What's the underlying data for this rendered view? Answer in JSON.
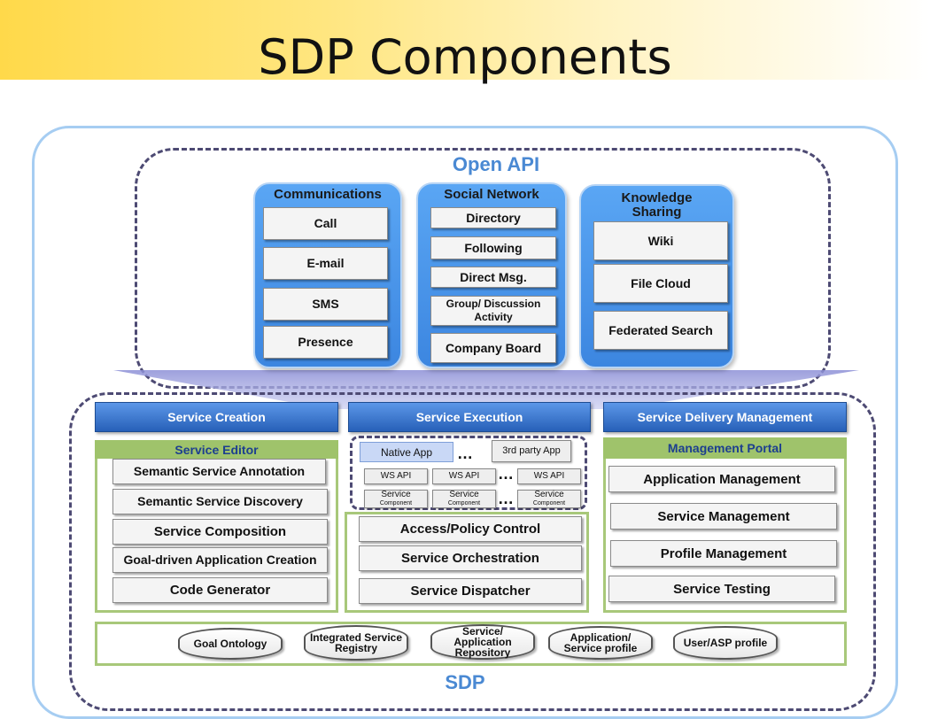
{
  "title": "SDP Components",
  "open_api": {
    "title": "Open API",
    "communications": {
      "title": "Communications",
      "items": [
        "Call",
        "E-mail",
        "SMS",
        "Presence"
      ]
    },
    "social_network": {
      "title": "Social Network",
      "items": [
        "Directory",
        "Following",
        "Direct Msg.",
        "Group/ Discussion Activity",
        "Company Board"
      ]
    },
    "knowledge_sharing": {
      "title": "Knowledge Sharing",
      "items": [
        "Wiki",
        "File Cloud",
        "Federated Search"
      ]
    }
  },
  "sdp": {
    "title": "SDP",
    "service_creation": {
      "header": "Service Creation",
      "label": "Service Editor",
      "items": [
        "Semantic Service Annotation",
        "Semantic  Service Discovery",
        "Service Composition",
        "Goal-driven Application Creation",
        "Code Generator"
      ]
    },
    "service_execution": {
      "header": "Service Execution",
      "native_app": "Native App",
      "third_party_app": "3rd party App",
      "ws_api": "WS API",
      "service_component": "Service",
      "service_component_sub": "Component",
      "ellipsis": "…",
      "items": [
        "Access/Policy Control",
        "Service Orchestration",
        "Service Dispatcher"
      ]
    },
    "service_delivery": {
      "header": "Service Delivery Management",
      "label": "Management Portal",
      "items": [
        "Application Management",
        "Service Management",
        "Profile Management",
        "Service Testing"
      ]
    },
    "repositories": [
      "Goal Ontology",
      "Integrated Service Registry",
      "Service/ Application Repository",
      "Application/ Service profile",
      "User/ASP profile"
    ]
  },
  "colors": {
    "title_band": "#ffd94a",
    "frame_blue": "#a6cdf2",
    "dashed": "#4d4a73",
    "group_blue": "#3c86e0",
    "bar_blue": "#2760b8",
    "green": "#9fc36b",
    "heading_blue": "#4a89d3"
  }
}
